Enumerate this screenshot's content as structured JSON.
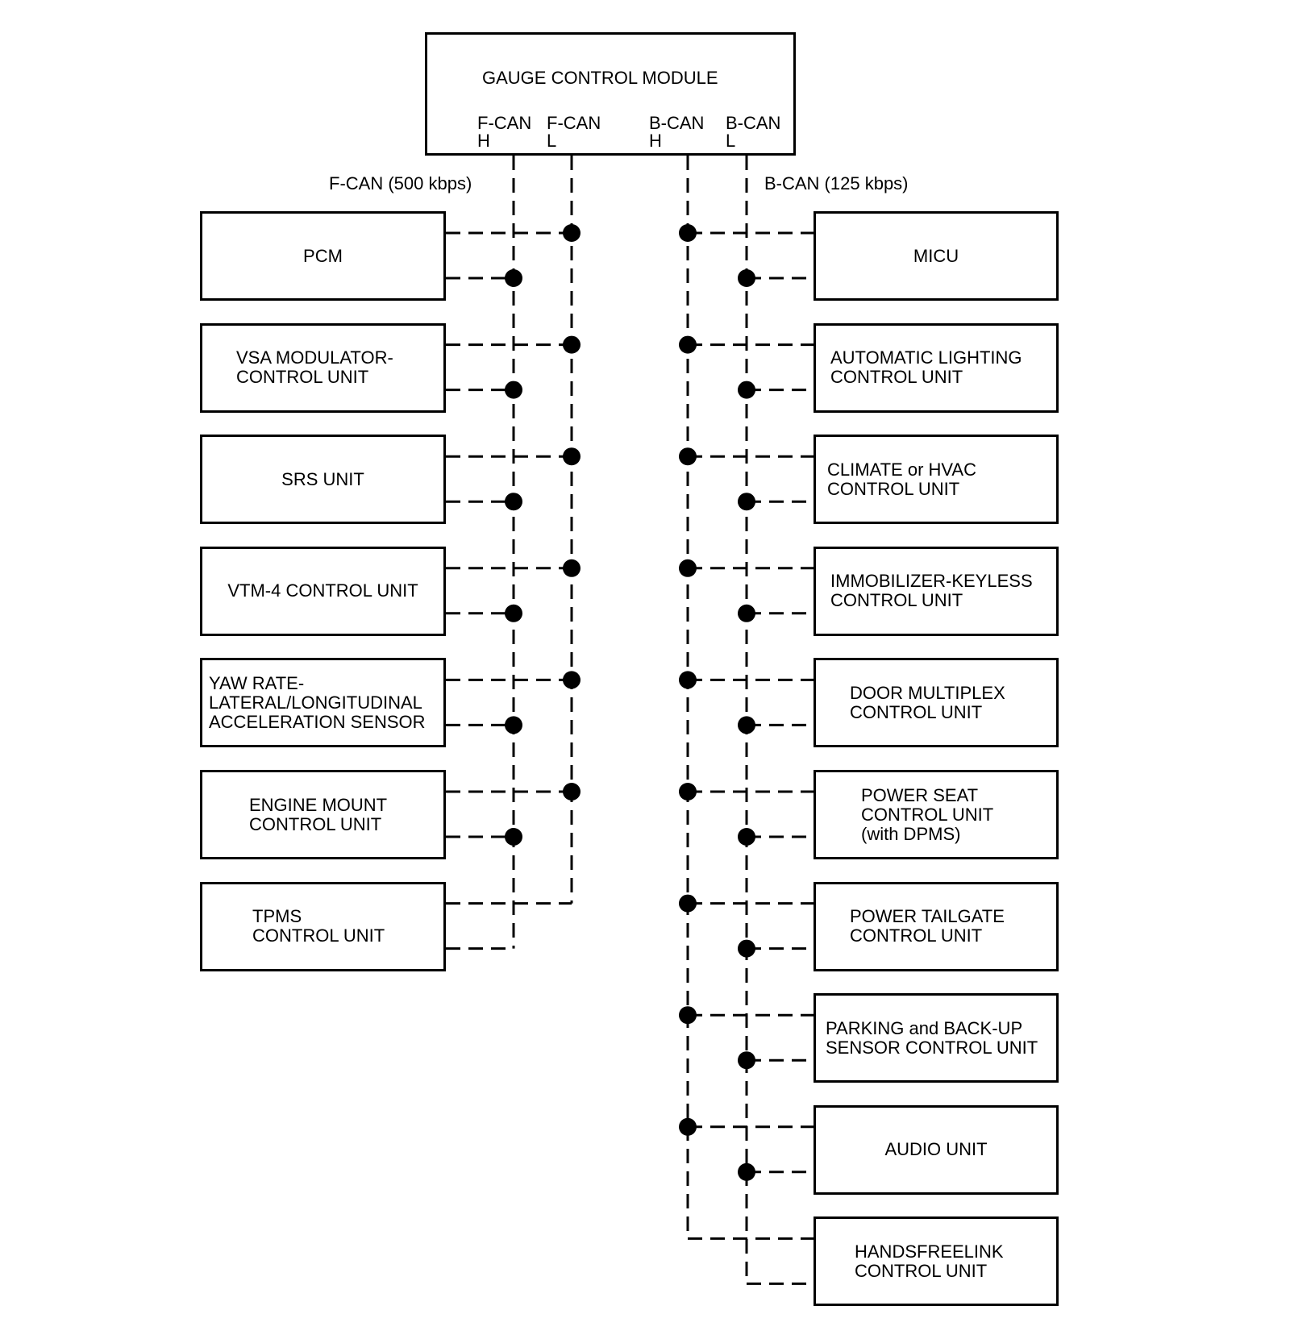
{
  "gauge_module": {
    "title": "GAUGE CONTROL MODULE",
    "pins": [
      {
        "name": "F-CAN",
        "sub": "H"
      },
      {
        "name": "F-CAN",
        "sub": "L"
      },
      {
        "name": "B-CAN",
        "sub": "H"
      },
      {
        "name": "B-CAN",
        "sub": "L"
      }
    ]
  },
  "bus_labels": {
    "fcan": "F-CAN (500 kbps)",
    "bcan": "B-CAN (125 kbps)"
  },
  "left_units": [
    {
      "lines": [
        "PCM"
      ]
    },
    {
      "lines": [
        "VSA MODULATOR-",
        "CONTROL UNIT"
      ]
    },
    {
      "lines": [
        "SRS UNIT"
      ]
    },
    {
      "lines": [
        "VTM-4 CONTROL UNIT"
      ]
    },
    {
      "lines": [
        "YAW RATE-",
        "LATERAL/LONGITUDINAL",
        "ACCELERATION SENSOR"
      ]
    },
    {
      "lines": [
        "ENGINE MOUNT",
        "CONTROL UNIT"
      ]
    },
    {
      "lines": [
        "TPMS",
        "CONTROL UNIT"
      ]
    }
  ],
  "right_units": [
    {
      "lines": [
        "MICU"
      ]
    },
    {
      "lines": [
        "AUTOMATIC LIGHTING",
        "CONTROL UNIT"
      ]
    },
    {
      "lines": [
        "CLIMATE or HVAC",
        "CONTROL UNIT"
      ]
    },
    {
      "lines": [
        "IMMOBILIZER-KEYLESS",
        "CONTROL UNIT"
      ]
    },
    {
      "lines": [
        "DOOR MULTIPLEX",
        "CONTROL UNIT"
      ]
    },
    {
      "lines": [
        "POWER SEAT",
        "CONTROL UNIT",
        "(with DPMS)"
      ]
    },
    {
      "lines": [
        "POWER TAILGATE",
        "CONTROL UNIT"
      ]
    },
    {
      "lines": [
        "PARKING and BACK-UP",
        "SENSOR CONTROL UNIT"
      ]
    },
    {
      "lines": [
        "AUDIO UNIT"
      ]
    },
    {
      "lines": [
        "HANDSFREELINK",
        "CONTROL UNIT"
      ]
    }
  ]
}
